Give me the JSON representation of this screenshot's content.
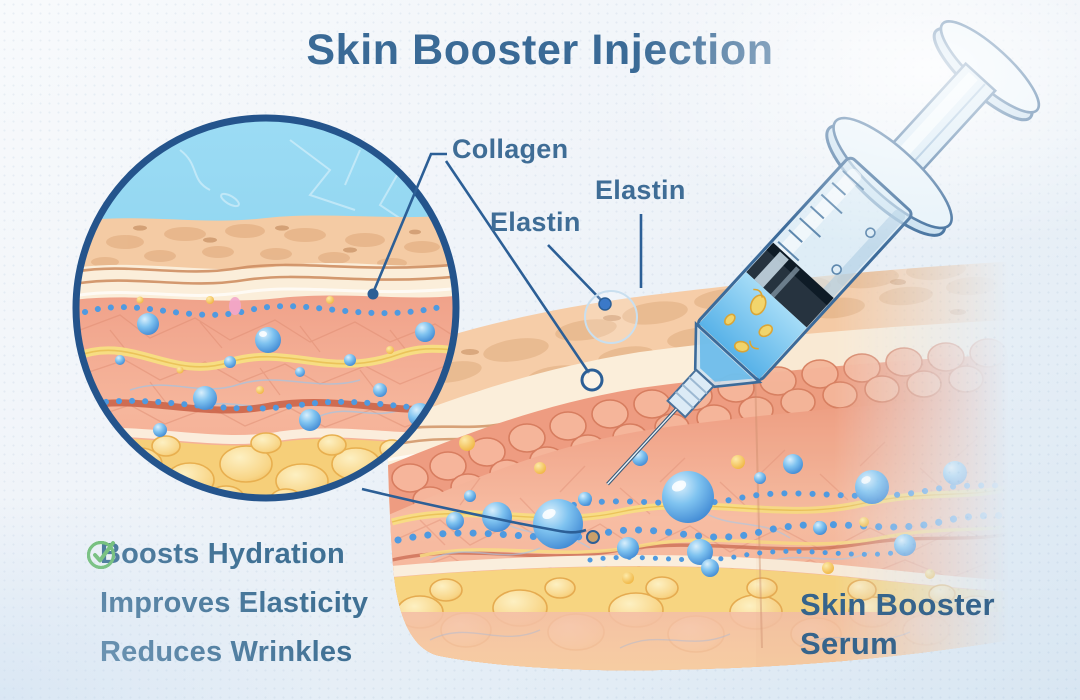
{
  "title": "Skin Booster Injection",
  "annotations": {
    "collagen": {
      "label": "Collagen",
      "target": "dermis collagen fibers"
    },
    "elastin_upper": {
      "label": "Elastin",
      "target": "skin surface"
    },
    "elastin_lower": {
      "label": "Elastin",
      "target": "epidermis marker"
    }
  },
  "benefits": {
    "items": [
      {
        "icon": "check-circle",
        "text": "Boosts Hydration"
      },
      {
        "icon": "check-circle",
        "text": "Improves Elasticity"
      },
      {
        "icon": "check-circle",
        "text": "Reduces Wrinkles"
      }
    ]
  },
  "serum": {
    "line1": "Skin Booster",
    "line2": "Serum"
  },
  "colors": {
    "title_text": "#3a6a96",
    "label_text": "#3f6d96",
    "benefit_text": "#3f7094",
    "check_green": "#6fbe74",
    "leader_line": "#2c5f96",
    "magnifier_ring": "#24548c",
    "serum_liquid_blue": "#7ecdf2",
    "droplet_blue": "#5aa7e8",
    "epidermis_peach": "#f6cda8",
    "dermis_pink": "#f3ac92",
    "fat_yellow": "#f7d581"
  }
}
